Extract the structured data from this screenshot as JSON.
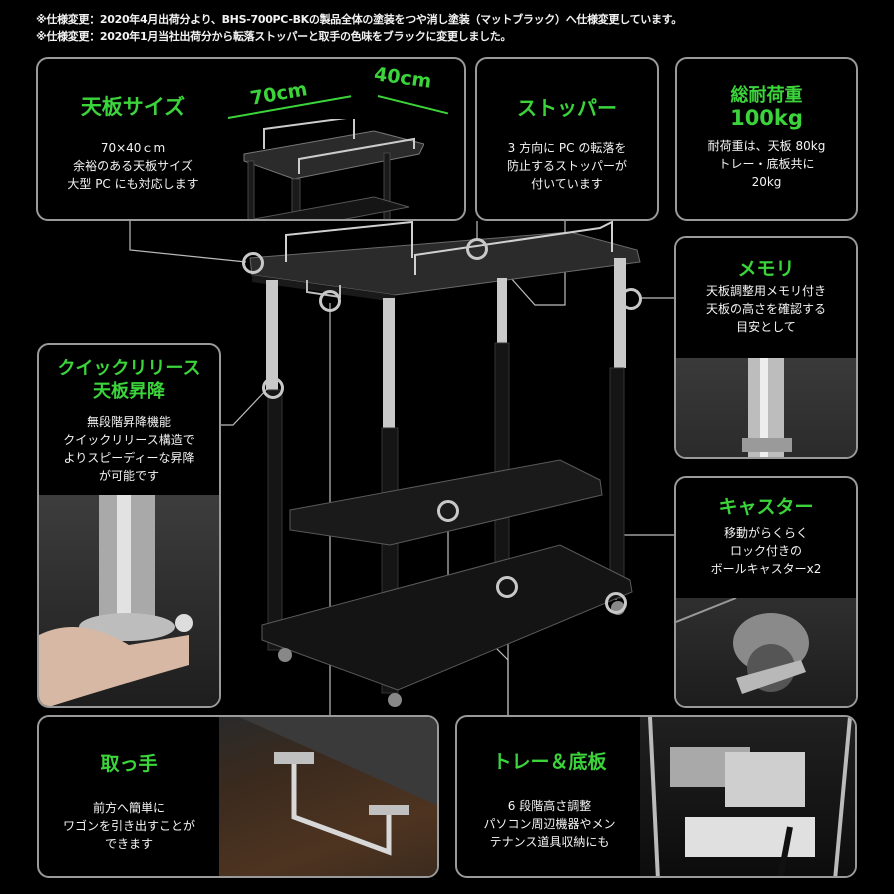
{
  "notices": [
    "※仕様変更：2020年4月出荷分より、BHS-700PC-BKの製品全体の塗装をつや消し塗装（マットブラック）へ仕様変更しています。",
    "※仕様変更：2020年1月当社出荷分から転落ストッパーと取手の色味をブラックに変更しました。"
  ],
  "colors": {
    "accent": "#3bd43b",
    "border": "#9a9a9a",
    "background": "#000000"
  },
  "features": {
    "top_board": {
      "title": "天板サイズ",
      "dim_width": "70cm",
      "dim_depth": "40cm",
      "desc": [
        "70×40ｃm",
        "余裕のある天板サイズ",
        "大型 PC にも対応します"
      ]
    },
    "stopper": {
      "title": "ストッパー",
      "desc": [
        "3 方向に PC の転落を",
        "防止するストッパーが",
        "付いています"
      ]
    },
    "load": {
      "title": [
        "総耐荷重",
        "100kg"
      ],
      "desc": [
        "耐荷重は、天板 80kg",
        "トレー・底板共に",
        "20kg"
      ]
    },
    "memory": {
      "title": "メモリ",
      "desc": [
        "天板調整用メモリ付き",
        "天板の高さを確認する",
        "目安として"
      ]
    },
    "quick_release": {
      "title": [
        "クイックリリース",
        "天板昇降"
      ],
      "desc": [
        "無段階昇降機能",
        "クイックリリース構造で",
        "よりスピーディーな昇降",
        "が可能です"
      ]
    },
    "caster": {
      "title": "キャスター",
      "desc": [
        "移動がらくらく",
        "ロック付きの",
        "ボールキャスターx2"
      ]
    },
    "handle": {
      "title": "取っ手",
      "desc": [
        "前方へ簡単に",
        "ワゴンを引き出すことが",
        "できます"
      ]
    },
    "tray": {
      "title": "トレー＆底板",
      "desc": [
        "6 段階高さ調整",
        "パソコン周辺機器やメン",
        "テナンス道具収納にも"
      ]
    }
  }
}
